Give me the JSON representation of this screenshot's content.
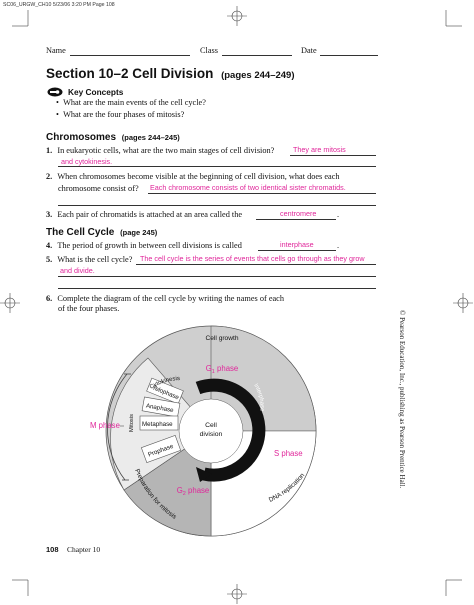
{
  "print_header": "SC06_URGW_CH10  5/23/06  3:20 PM  Page 108",
  "form": {
    "name_label": "Name",
    "class_label": "Class",
    "date_label": "Date"
  },
  "section": {
    "title": "Section 10–2  Cell Division",
    "pages": "(pages 244–249)"
  },
  "key_concepts": {
    "heading": "Key Concepts",
    "items": [
      "What are the main events of the cell cycle?",
      "What are the four phases of mitosis?"
    ]
  },
  "chromosomes": {
    "heading": "Chromosomes",
    "pages": "(pages 244–245)",
    "q1": {
      "num": "1.",
      "text": "In eukaryotic cells, what are the two main stages of cell division?",
      "answer_line1": "They are mitosis",
      "answer_line2": "and cytokinesis."
    },
    "q2": {
      "num": "2.",
      "text_line1": "When chromosomes become visible at the beginning of cell division, what does each",
      "text_line2": "chromosome consist of?",
      "answer": "Each chromosome consists of two identical sister chromatids."
    },
    "q3": {
      "num": "3.",
      "text": "Each pair of chromatids is attached at an area called the",
      "answer": "centromere"
    }
  },
  "cell_cycle": {
    "heading": "The Cell Cycle",
    "pages": "(page 245)",
    "q4": {
      "num": "4.",
      "text": "The period of growth in between cell divisions is called",
      "answer": "interphase"
    },
    "q5": {
      "num": "5.",
      "text": "What is the cell cycle?",
      "answer_line1": "The cell cycle is the series of events that cells go through as they grow",
      "answer_line2": "and divide."
    },
    "q6": {
      "num": "6.",
      "text_line1": "Complete the diagram of the cell cycle by writing the names of each",
      "text_line2": "of the four phases."
    }
  },
  "diagram": {
    "cell_growth": "Cell growth",
    "g1": "G",
    "g1_sub": "1",
    "g1_suffix": " phase",
    "s_phase": "S phase",
    "g2": "G",
    "g2_sub": "2",
    "g2_suffix": " phase",
    "m_phase": "M phase",
    "dna_replication": "DNA replication",
    "prep_mitosis": "Preparation for mitosis",
    "cytokinesis": "Cytokinesis",
    "telophase": "Telophase",
    "anaphase": "Anaphase",
    "metaphase": "Metaphase",
    "prophase": "Prophase",
    "mitosis": "Mitosis",
    "cell_division_line1": "Cell",
    "cell_division_line2": "division",
    "interphase": "Interphase"
  },
  "copyright": "© Pearson Education, Inc., publishing as Pearson Prentice Hall.",
  "footer": {
    "page_number": "108",
    "chapter": "Chapter 10"
  },
  "colors": {
    "answer": "#e0269a",
    "g_light": "#d4d4d4",
    "g_dark": "#b7b7b7",
    "s_white": "#ffffff",
    "mitosis_wedge": "#ebebeb"
  }
}
